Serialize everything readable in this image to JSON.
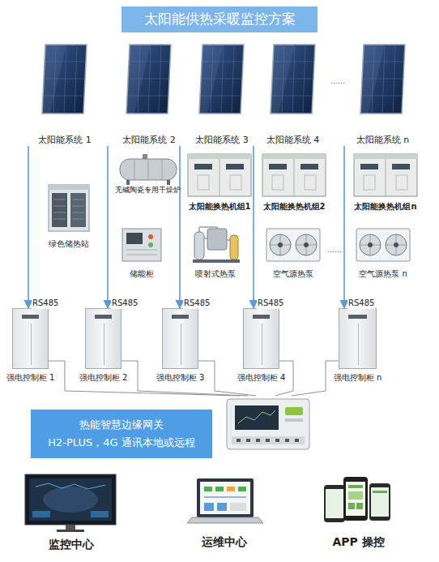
{
  "diagram": {
    "title": "太阳能供热采暖监控方案",
    "nodes": [
      {
        "text": [
          "太阳能系统 1"
        ]
      },
      {
        "text": [
          "太阳能系统 2"
        ]
      },
      {
        "text": [
          "太阳能系统 3"
        ]
      },
      {
        "text": [
          "太阳能系统 4"
        ]
      },
      {
        "text": [
          "太阳能系统 n"
        ]
      },
      {
        "text": [
          "无碱陶瓷专用干燥炉"
        ]
      },
      {
        "text": [
          "太阳能换热机组1"
        ]
      },
      {
        "text": [
          "太阳能换热机组2"
        ]
      },
      {
        "text": [
          "太阳能换热机组n"
        ]
      },
      {
        "text": [
          "绿色储热站"
        ]
      },
      {
        "text": [
          "储能柜"
        ]
      },
      {
        "text": [
          "喷射式热泵"
        ]
      },
      {
        "text": [
          "空气源热泵"
        ]
      },
      {
        "text": [
          "空气源热泵 n"
        ]
      },
      {
        "text": [
          "强电控制柜 1"
        ]
      },
      {
        "text": [
          "强电控制柜 2"
        ]
      },
      {
        "text": [
          "强电控制柜 3"
        ]
      },
      {
        "text": [
          "强电控制柜 4"
        ]
      },
      {
        "text": [
          "强电控制柜 n"
        ]
      },
      {
        "text": [
          "热能智慧边缘网关",
          "H2-PLUS，4G 通讯本地或远程"
        ]
      },
      {
        "text": [
          "监控中心"
        ]
      },
      {
        "text": [
          "运维中心"
        ]
      },
      {
        "text": [
          "APP 操控"
        ]
      }
    ],
    "edges": [
      {
        "from": 0,
        "to": 14,
        "label": "RS485",
        "arrow": "to"
      },
      {
        "from": 1,
        "to": 15,
        "label": "RS485",
        "arrow": "to"
      },
      {
        "from": 2,
        "to": 16,
        "label": "RS485",
        "arrow": "to"
      },
      {
        "from": 3,
        "to": 17,
        "label": "RS485",
        "arrow": "to"
      },
      {
        "from": 4,
        "to": 18,
        "label": "RS485",
        "arrow": "to"
      },
      {
        "from": 14,
        "to": 19,
        "arrow": "none"
      },
      {
        "from": 15,
        "to": 19,
        "arrow": "none"
      },
      {
        "from": 16,
        "to": 19,
        "arrow": "none"
      },
      {
        "from": 17,
        "to": 19,
        "arrow": "none"
      },
      {
        "from": 18,
        "to": 19,
        "arrow": "none"
      }
    ],
    "labels": [
      "……",
      "……"
    ]
  }
}
